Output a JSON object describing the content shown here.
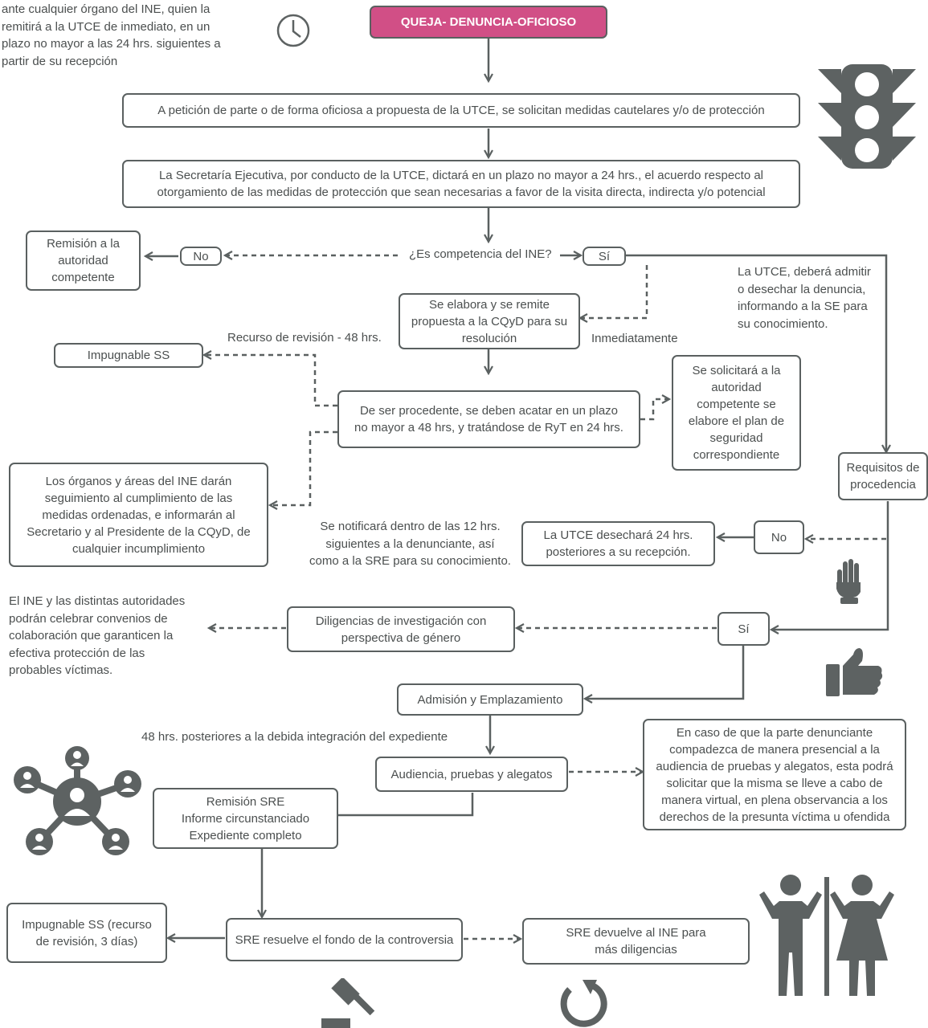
{
  "colors": {
    "accent": "#d14f86",
    "stroke": "#5a6060",
    "text": "#4b4f4f",
    "icon": "#5d6262"
  },
  "intro_note": "ante cualquier órgano del INE, quien la\nremitirá a la UTCE de inmediato, en un\nplazo no mayor a las 24 hrs. siguientes a\npartir de su recepción",
  "title": "QUEJA- DENUNCIA-OFICIOSO",
  "nodes": {
    "medidas_cautelares": "A petición de parte o de forma oficiosa a propuesta de la UTCE, se solicitan medidas cautelares y/o de protección",
    "secretaria_ejecutiva": "La Secretaría Ejecutiva, por conducto de la UTCE, dictará en un plazo no mayor a 24 hrs., el acuerdo respecto al\notorgamiento de las medidas de protección que sean necesarias a favor de la visita directa, indirecta y/o potencial",
    "remision_autoridad": "Remisión a la\nautoridad\ncompetente",
    "no_1": "No",
    "si_1": "Sí",
    "propuesta_cqyd": "Se elabora y se remite\npropuesta a la CQyD para su\nresolución",
    "impugnable_ss": "Impugnable SS",
    "acatar": "De ser procedente, se deben acatar en un plazo\nno mayor a 48 hrs, y tratándose de RyT en 24 hrs.",
    "plan_seguridad": "Se solicitará a la\nautoridad\ncompetente se\nelabore el plan de\nseguridad\ncorrespondiente",
    "organos_areas": "Los órganos y áreas del INE darán\nseguimiento al cumplimiento de las\nmedidas ordenadas, e informarán al\nSecretario y al Presidente de la CQyD, de\ncualquier incumplimiento",
    "requisitos": "Requisitos de\nprocedencia",
    "utce_desechara": "La UTCE desechará 24 hrs.\nposteriores a su recepción.",
    "no_2": "No",
    "diligencias": "Diligencias de investigación con\nperspectiva de género",
    "si_2": "Sí",
    "admision": "Admisión y Emplazamiento",
    "audiencia": "Audiencia, pruebas y alegatos",
    "virtual": "En caso de que la parte denunciante\ncompadezca de manera presencial a la\naudiencia de pruebas y alegatos, esta podrá\nsolicitar que la misma se lleve a cabo de\nmanera virtual, en plena observancia a los\nderechos de la presunta víctima u ofendida",
    "remision_sre": "Remisión SRE\nInforme circunstanciado\nExpediente completo",
    "sre_resuelve": "SRE resuelve el fondo de la controversia",
    "impugnable_ss_recurso": "Impugnable SS (recurso\nde revisión, 3 días)",
    "sre_devuelve": "SRE devuelve al INE para\nmás diligencias"
  },
  "labels": {
    "competencia": "¿Es competencia del INE?",
    "utce_admitir": "La UTCE, deberá admitir\no desechar la denuncia,\ninformando a la SE para\nsu conocimiento.",
    "recurso_revision": "Recurso de revisión - 48 hrs.",
    "inmediatamente": "Inmediatamente",
    "notificara": "Se notificará dentro de las 12 hrs.\nsiguientes a la denunciante, así\ncomo a la SRE para su conocimiento.",
    "convenios": "El INE y las distintas autoridades\npodrán celebrar convenios de\ncolaboración que garanticen la\nefectiva protección de las\nprobables víctimas.",
    "integracion": "48 hrs. posteriores a la debida integración del expediente"
  },
  "icons": [
    "clock-icon",
    "traffic-light-icon",
    "stop-hand-icon",
    "thumbs-up-icon",
    "network-people-icon",
    "gavel-icon",
    "refresh-icon",
    "man-woman-icon"
  ]
}
